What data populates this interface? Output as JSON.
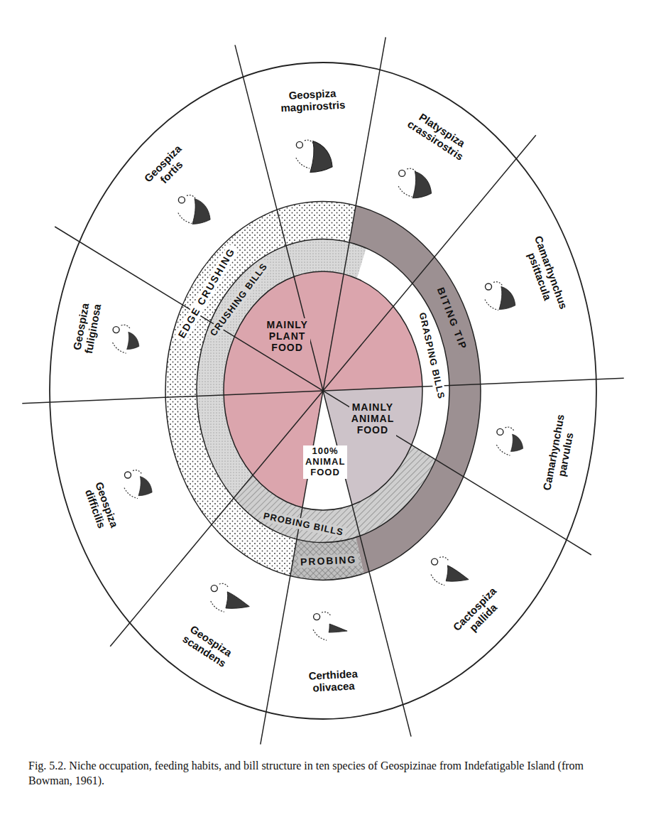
{
  "diagram": {
    "caption": "Fig. 5.2. Niche occupation, feeding habits, and bill structure in ten species of Geospizinae from Indefatigable Island (from Bowman, 1961).",
    "labels": [
      "Geospiza magnirostris",
      "Platyspiza crassirostris",
      "Camarhynchus psittacula",
      "Camarhynchus parvulus",
      "Cactospiza pallida",
      "Certhidea olivacea",
      "Geospiza scandens",
      "Geospiza difficilis",
      "Geospiza fuliginosa",
      "Geospiza fortis",
      "EDGE CRUSHING",
      "BITING TIP",
      "PROBING",
      "CRUSHING BILLS",
      "GRASPING BILLS",
      "PROBING BILLS",
      "MAINLY PLANT FOOD",
      "MAINLY ANIMAL FOOD",
      "100% ANIMAL FOOD"
    ]
  }
}
